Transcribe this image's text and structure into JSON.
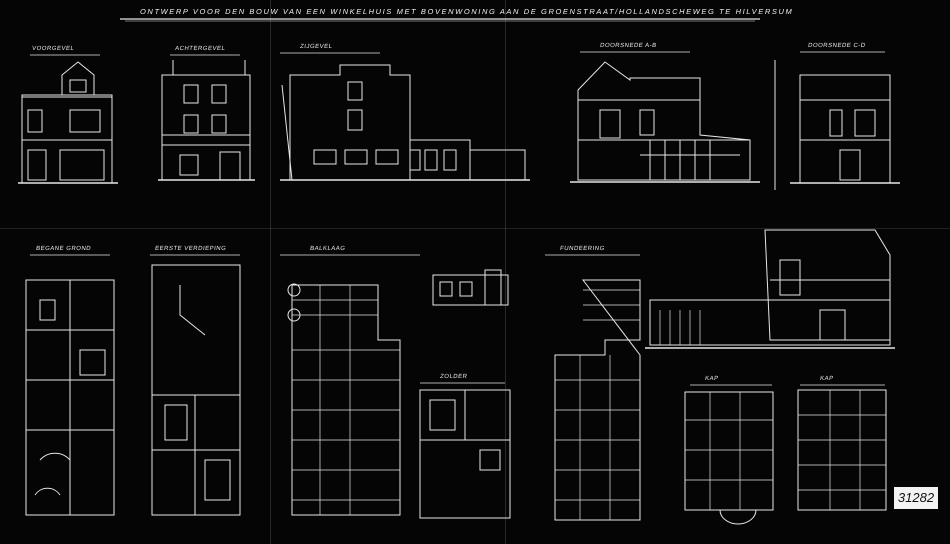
{
  "title": "ONTWERP VOOR DEN BOUW VAN EEN WINKELHUIS MET BOVENWONING AAN DE GROENSTRAAT/HOLLANDSCHEWEG TE HILVERSUM",
  "views": {
    "front": "VOORGEVEL",
    "rear": "ACHTERGEVEL",
    "side": "ZIJGEVEL",
    "section_ab": "DOORSNEDE A-B",
    "section_cd": "DOORSNEDE C-D",
    "plan_ground": "BEGANE GROND",
    "plan_first": "EERSTE VERDIEPING",
    "floor_beams": "BALKLAAG",
    "attic": "ZOLDER",
    "foundation": "FUNDEERING",
    "roof": "KAP"
  },
  "stamp_number": "31282",
  "colors": {
    "paper": "#050505",
    "ink": "#e8e8e8",
    "stamp": "#f3f3f3"
  }
}
